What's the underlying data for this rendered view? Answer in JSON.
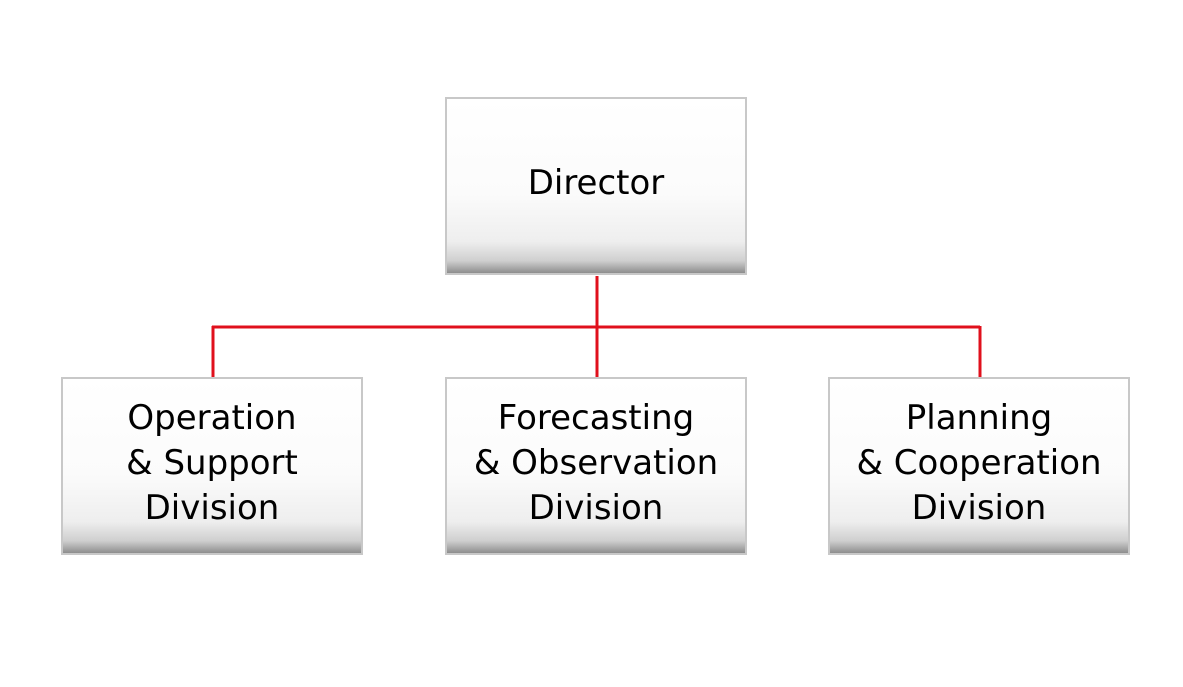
{
  "colors": {
    "connector": "#e0101c",
    "box_border": "#c8c8c8",
    "text": "#000000"
  },
  "director": {
    "lines": [
      "Director"
    ]
  },
  "divisions": [
    {
      "lines": [
        "Operation",
        "& Support",
        "Division"
      ]
    },
    {
      "lines": [
        "Forecasting",
        "& Observation",
        "Division"
      ]
    },
    {
      "lines": [
        "Planning",
        "& Cooperation",
        "Division"
      ]
    }
  ]
}
